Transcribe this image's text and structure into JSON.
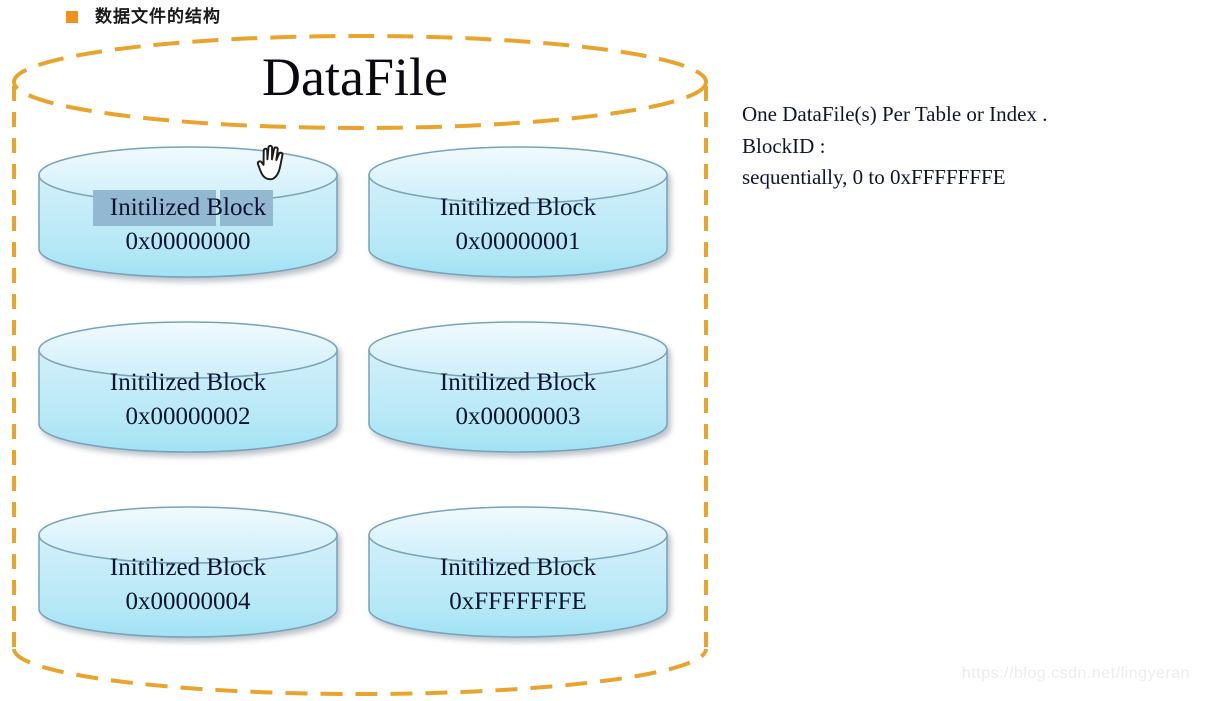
{
  "header": {
    "title": "数据文件的结构"
  },
  "datafile": {
    "title": "DataFile",
    "blocks": [
      {
        "line1": "Initilized Block",
        "line2": "0x00000000",
        "selected": true
      },
      {
        "line1": "Initilized Block",
        "line2": "0x00000001",
        "selected": false
      },
      {
        "line1": "Initilized Block",
        "line2": "0x00000002",
        "selected": false
      },
      {
        "line1": "Initilized Block",
        "line2": "0x00000003",
        "selected": false
      },
      {
        "line1": "Initilized Block",
        "line2": "0x00000004",
        "selected": false
      },
      {
        "line1": "Initilized Block",
        "line2": "0xFFFFFFFE",
        "selected": false
      }
    ]
  },
  "side_note": {
    "lines": [
      "One DataFile(s) Per Table or Index .",
      "BlockID :",
      "sequentially, 0 to 0xFFFFFFFE"
    ]
  },
  "watermark": "https://blog.csdn.net/lingyeran",
  "colors": {
    "outline_dash": "#e9a42e",
    "bullet": "#f0911c",
    "cylinder_stroke": "#7aa2b8",
    "cylinder_fill_top": "#edf9fe",
    "cylinder_fill_bottom": "#a6e4f5",
    "selection_highlight": "#93b9d2"
  }
}
